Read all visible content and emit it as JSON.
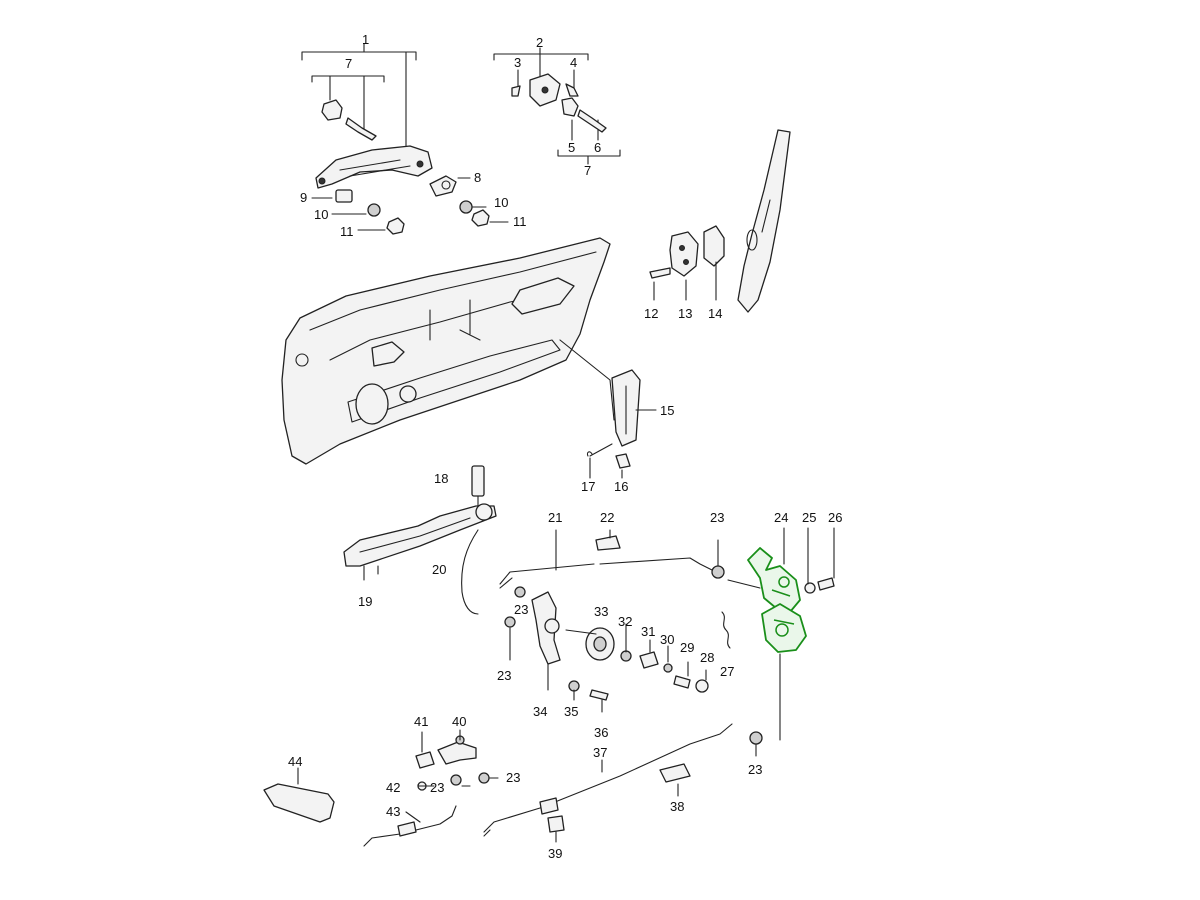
{
  "labels": [
    "1",
    "2",
    "3",
    "4",
    "5",
    "6",
    "7",
    "8",
    "9",
    "10",
    "11",
    "12",
    "13",
    "14",
    "15",
    "16",
    "17",
    "18",
    "19",
    "20",
    "21",
    "22",
    "23",
    "24",
    "25",
    "26",
    "27",
    "28",
    "29",
    "30",
    "31",
    "32",
    "33",
    "34",
    "35",
    "36",
    "37",
    "38",
    "39",
    "40",
    "41",
    "42",
    "43",
    "44"
  ],
  "highlight_color": "#1a8f1a",
  "highlighted_part": "24"
}
